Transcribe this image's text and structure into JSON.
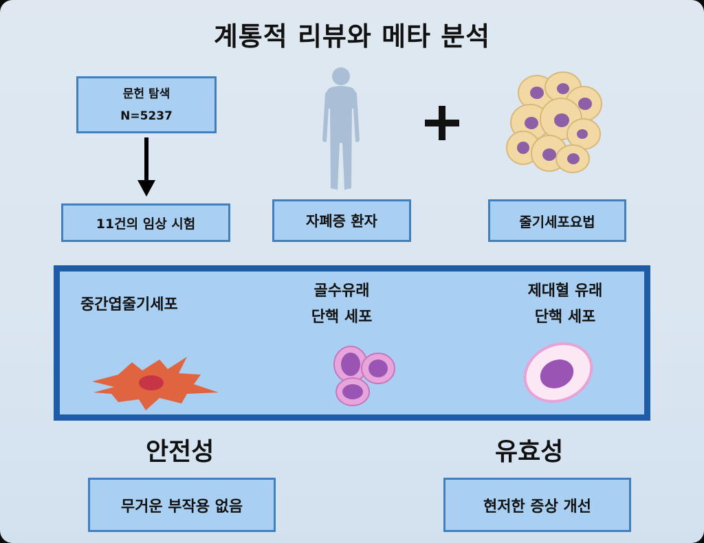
{
  "title": "계통적 리뷰와 메타 분석",
  "search": {
    "line1": "문헌 탐색",
    "line2": "N=5237"
  },
  "trials": "11건의 임상 시험",
  "patients": "자폐증 환자",
  "stem_cell_therapy": "줄기세포요법",
  "plus_symbol": "+",
  "cell_types": {
    "mesenchymal": "중간엽줄기세포",
    "bone_marrow": {
      "line1": "골수유래",
      "line2": "단핵 세포"
    },
    "cord_blood": {
      "line1": "제대혈 유래",
      "line2": "단핵 세포"
    }
  },
  "safety": {
    "heading": "안전성",
    "result": "무거운 부작용 없음"
  },
  "efficacy": {
    "heading": "유효성",
    "result": "현저한 증상 개선"
  },
  "icons": [
    "down-arrow-icon",
    "person-silhouette-icon",
    "plus-icon",
    "stem-cell-cluster-icon",
    "mesenchymal-cell-icon",
    "bone-marrow-cells-icon",
    "cord-blood-cell-icon"
  ],
  "colors": {
    "box_fill": "#a9d0f2",
    "box_border": "#3f7fbe",
    "panel_border": "#1f5ca8",
    "mesenchymal": "#e0643f",
    "mononuclear": "#d98ad4",
    "nucleus": "#9a55b4"
  }
}
